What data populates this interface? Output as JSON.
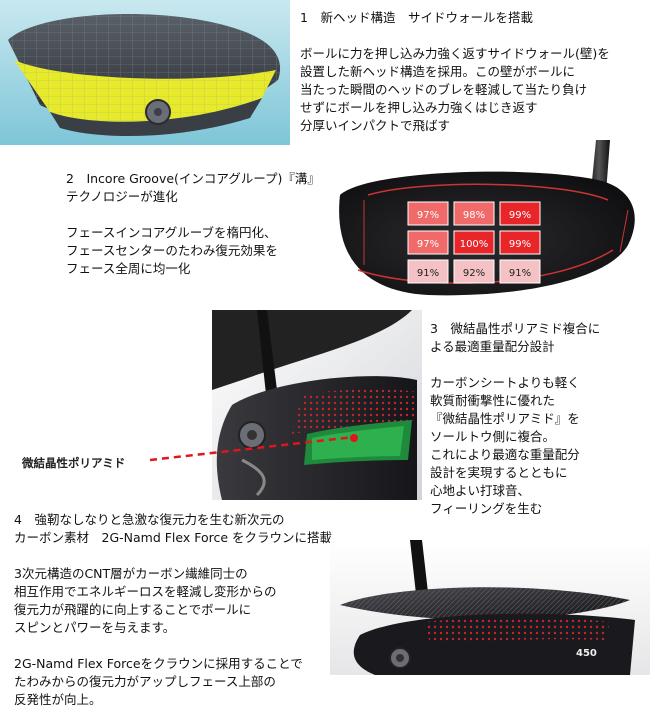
{
  "section1": {
    "heading": "1　新ヘッド構造　サイドウォールを搭載",
    "body": [
      "ボールに力を押し込み力強く返すサイドウォール(壁)を",
      "設置した新ヘッド構造を採用。この壁がボールに",
      "当たった瞬間のヘッドのブレを軽減して当たり負け",
      "せずにボールを押し込み力強くはじき返す",
      "分厚いインパクトで飛ばす"
    ]
  },
  "section2": {
    "heading": [
      "2　Incore Groove(インコアグループ)『溝』",
      "テクノロジーが進化"
    ],
    "body": [
      "フェースインコアグルーブを楕円化、",
      "フェースセンターのたわみ復元効果を",
      "フェース全周に均一化"
    ],
    "grid": [
      [
        "97%",
        "98%",
        "99%"
      ],
      [
        "97%",
        "100%",
        "99%"
      ],
      [
        "91%",
        "92%",
        "91%"
      ]
    ],
    "colors": {
      "high": "#e8262a",
      "mid": "#f06a6a",
      "low": "#f4c2c4",
      "face": "#1b1b1d"
    }
  },
  "section3": {
    "heading": [
      "3　微結晶性ポリアミド複合に",
      "よる最適重量配分設計"
    ],
    "body": [
      "カーボンシートよりも軽く",
      "軟質耐衝撃性に優れた",
      "『微結晶性ポリアミド』を",
      "ソールトウ側に複合。",
      "これにより最適な重量配分",
      "設計を実現するとともに",
      "心地よい打球音、",
      "フィーリングを生む"
    ],
    "annotation": "微結晶性ポリアミド"
  },
  "section4": {
    "heading": [
      "4　強靭なしなりと急激な復元力を生む新次元の",
      "カーボン素材　2G-Namd Flex Force をクラウンに搭載"
    ],
    "body1": [
      "3次元構造のCNT層がカーボン繊維同士の",
      "相互作用でエネルギーロスを軽減し変形からの",
      "復元力が飛躍的に向上することでボールに",
      "スピンとパワーを与えます。"
    ],
    "body2": [
      "2G-Namd Flex Forceをクラウンに採用することで",
      "たわみからの復元力がアップしフェース上部の",
      "反発性が向上。"
    ],
    "loft_mark": "450"
  }
}
